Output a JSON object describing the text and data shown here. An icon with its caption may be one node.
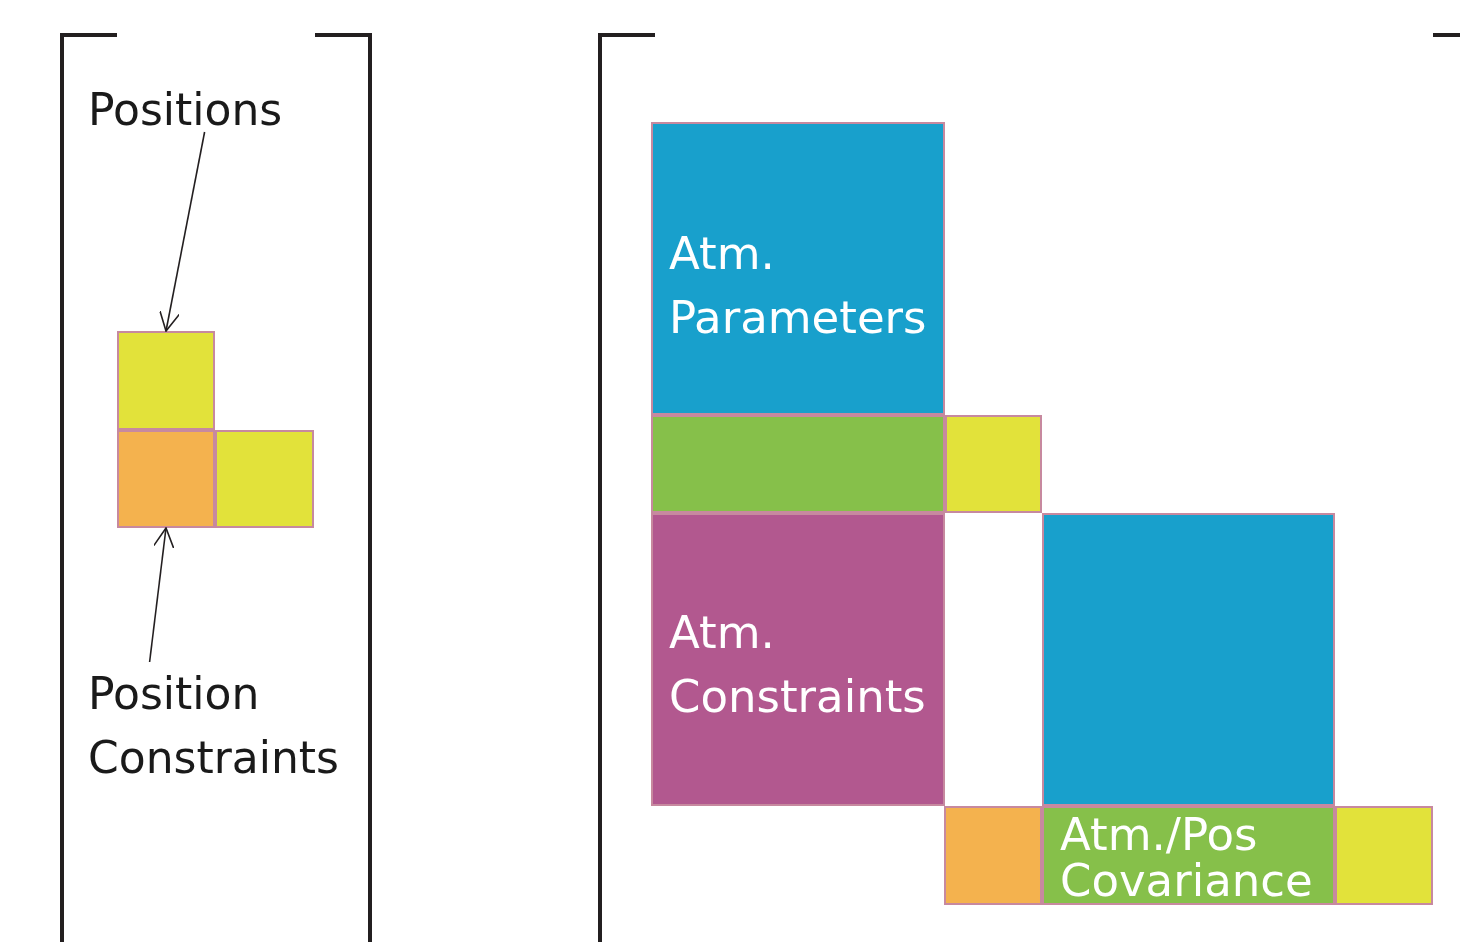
{
  "diagram": {
    "nodes": [
      {
        "text": [
          "Positions"
        ]
      },
      {
        "text": [],
        "shape": "box"
      },
      {
        "text": [],
        "shape": "box"
      },
      {
        "text": [],
        "shape": "box"
      },
      {
        "text": [
          "Position Constraints"
        ]
      },
      {
        "text": [
          "Atm. Parameters"
        ]
      },
      {
        "text": [],
        "shape": "box"
      },
      {
        "text": [],
        "shape": "box"
      },
      {
        "text": [
          "Atm. Constraints"
        ]
      },
      {
        "text": [],
        "shape": "box"
      },
      {
        "text": [],
        "shape": "box"
      },
      {
        "text": [
          "Atm./Pos Covariance"
        ]
      },
      {
        "text": [],
        "shape": "box"
      }
    ],
    "edges": [
      {
        "from": 0,
        "to": 1,
        "arrow": "to"
      },
      {
        "from": 4,
        "to": 2,
        "arrow": "to"
      }
    ]
  }
}
